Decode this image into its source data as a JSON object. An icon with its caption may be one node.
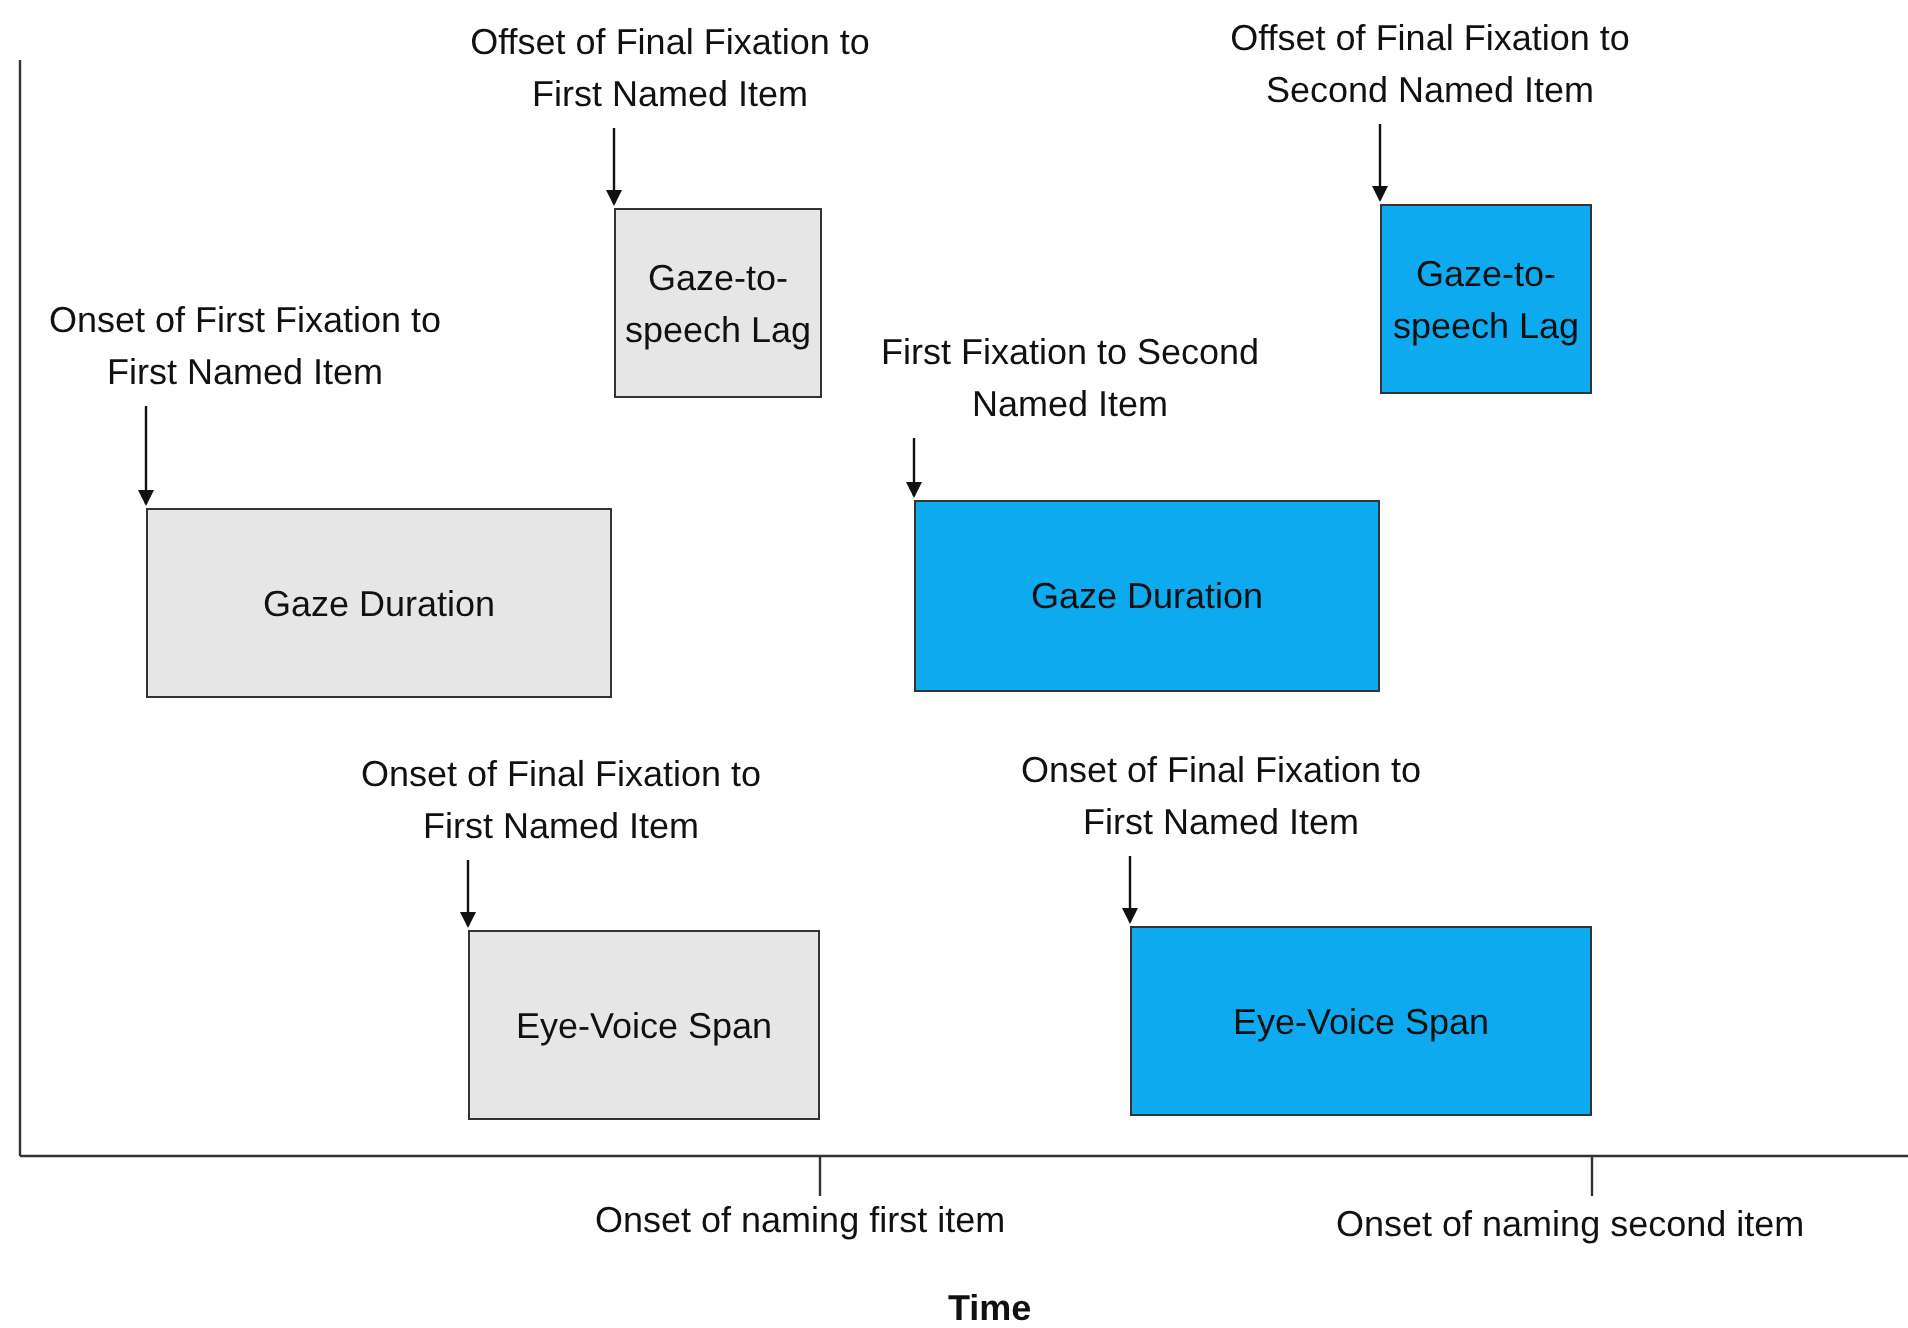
{
  "diagram": {
    "nodes": [
      {
        "text": [
          "Offset of Final Fixation to First Named Item"
        ]
      },
      {
        "text": [
          "Offset of Final Fixation to Second Named Item"
        ]
      },
      {
        "text": [
          "Gaze-to-speech Lag"
        ]
      },
      {
        "text": [
          "Gaze-to-speech Lag"
        ]
      },
      {
        "text": [
          "Onset of First Fixation to First Named Item"
        ]
      },
      {
        "text": [
          "First Fixation to Second Named Item"
        ]
      },
      {
        "text": [
          "Gaze Duration"
        ]
      },
      {
        "text": [
          "Gaze Duration"
        ]
      },
      {
        "text": [
          "Onset of Final Fixation to First Named Item"
        ]
      },
      {
        "text": [
          "Onset of Final Fixation to First Named Item"
        ]
      },
      {
        "text": [
          "Eye-Voice Span"
        ]
      },
      {
        "text": [
          "Eye-Voice Span"
        ]
      }
    ],
    "edges": [
      {
        "from": 0,
        "to": 2,
        "arrow": "to"
      },
      {
        "from": 1,
        "to": 3,
        "arrow": "to"
      },
      {
        "from": 4,
        "to": 6,
        "arrow": "to"
      },
      {
        "from": 5,
        "to": 7,
        "arrow": "to"
      },
      {
        "from": 8,
        "to": 10,
        "arrow": "to"
      },
      {
        "from": 9,
        "to": 11,
        "arrow": "to"
      }
    ],
    "labels": [
      "Onset of naming first item",
      "Onset of naming second item",
      "Time"
    ]
  }
}
